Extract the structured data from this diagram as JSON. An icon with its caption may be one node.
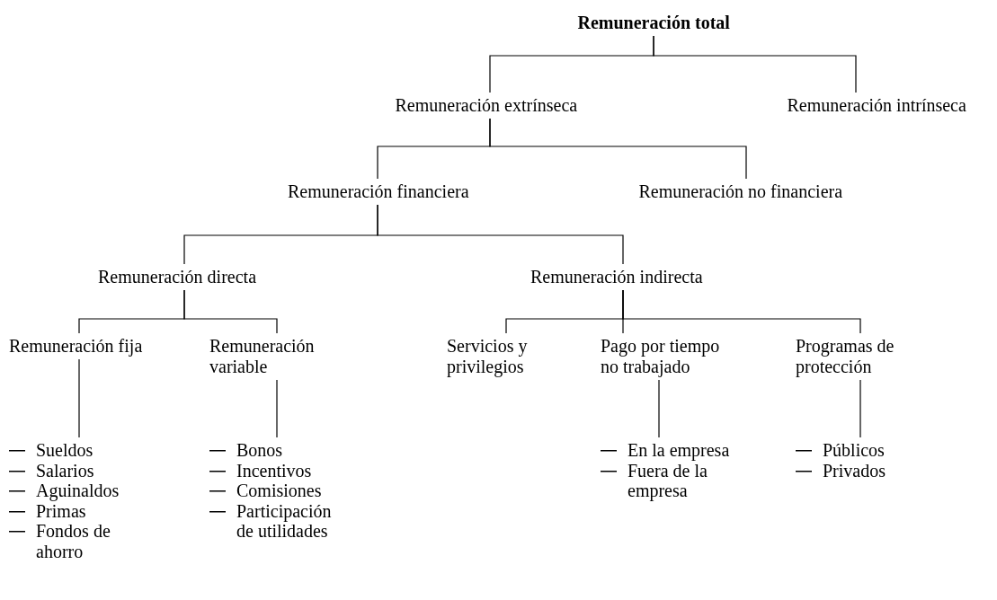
{
  "diagram": {
    "nodes": [
      {
        "text": [
          "Remuneración total"
        ]
      },
      {
        "text": [
          "Remuneración extrínseca"
        ]
      },
      {
        "text": [
          "Remuneración intrínseca"
        ]
      },
      {
        "text": [
          "Remuneración financiera"
        ]
      },
      {
        "text": [
          "Remuneración no financiera"
        ]
      },
      {
        "text": [
          "Remuneración directa"
        ]
      },
      {
        "text": [
          "Remuneración indirecta"
        ]
      },
      {
        "text": [
          "Remuneración fija"
        ]
      },
      {
        "text": [
          "Remuneración variable"
        ]
      },
      {
        "text": [
          "Servicios y privilegios"
        ]
      },
      {
        "text": [
          "Pago por tiempo no trabajado"
        ]
      },
      {
        "text": [
          "Programas de protección"
        ]
      },
      {
        "text": [
          "Sueldos",
          "Salarios",
          "Aguinaldos",
          "Primas",
          "Fondos de ahorro"
        ]
      },
      {
        "text": [
          "Bonos",
          "Incentivos",
          "Comisiones",
          "Participación de utilidades"
        ]
      },
      {
        "text": [
          "En la empresa",
          "Fuera de la empresa"
        ]
      },
      {
        "text": [
          "Públicos",
          "Privados"
        ]
      }
    ],
    "edges": [
      {
        "from": 0,
        "to": 1,
        "arrow": "none"
      },
      {
        "from": 0,
        "to": 2,
        "arrow": "none"
      },
      {
        "from": 1,
        "to": 3,
        "arrow": "none"
      },
      {
        "from": 1,
        "to": 4,
        "arrow": "none"
      },
      {
        "from": 3,
        "to": 5,
        "arrow": "none"
      },
      {
        "from": 3,
        "to": 6,
        "arrow": "none"
      },
      {
        "from": 5,
        "to": 7,
        "arrow": "none"
      },
      {
        "from": 5,
        "to": 8,
        "arrow": "none"
      },
      {
        "from": 6,
        "to": 9,
        "arrow": "none"
      },
      {
        "from": 6,
        "to": 10,
        "arrow": "none"
      },
      {
        "from": 6,
        "to": 11,
        "arrow": "none"
      },
      {
        "from": 7,
        "to": 12,
        "arrow": "none"
      },
      {
        "from": 8,
        "to": 13,
        "arrow": "none"
      },
      {
        "from": 10,
        "to": 14,
        "arrow": "none"
      },
      {
        "from": 11,
        "to": 15,
        "arrow": "none"
      }
    ]
  }
}
